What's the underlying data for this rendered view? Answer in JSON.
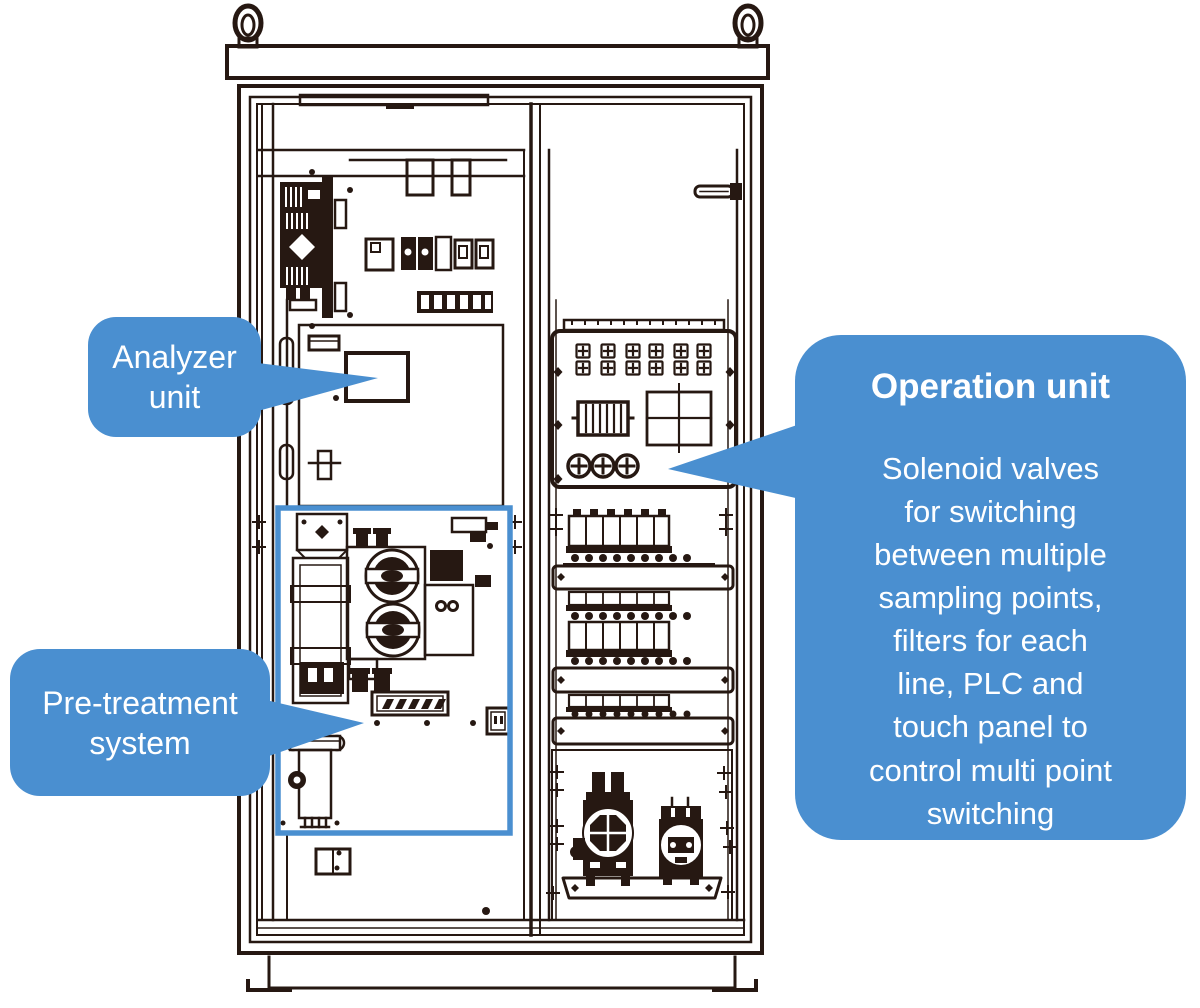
{
  "diagram": {
    "subject": "analyzer-cabinet-front-view",
    "colors": {
      "callout_blue": "#4a8fd0",
      "highlight_box_blue": "#4a8fd0",
      "line_dark": "#261812",
      "background": "#ffffff"
    }
  },
  "callouts": {
    "analyzer": {
      "label": "Analyzer\nunit"
    },
    "pretreatment": {
      "label": "Pre-treatment\nsystem"
    },
    "operation": {
      "title": "Operation unit",
      "description": "Solenoid valves\nfor switching\nbetween multiple\nsampling points,\nfilters for each\nline, PLC and\ntouch panel to\ncontrol multi point\nswitching"
    }
  }
}
